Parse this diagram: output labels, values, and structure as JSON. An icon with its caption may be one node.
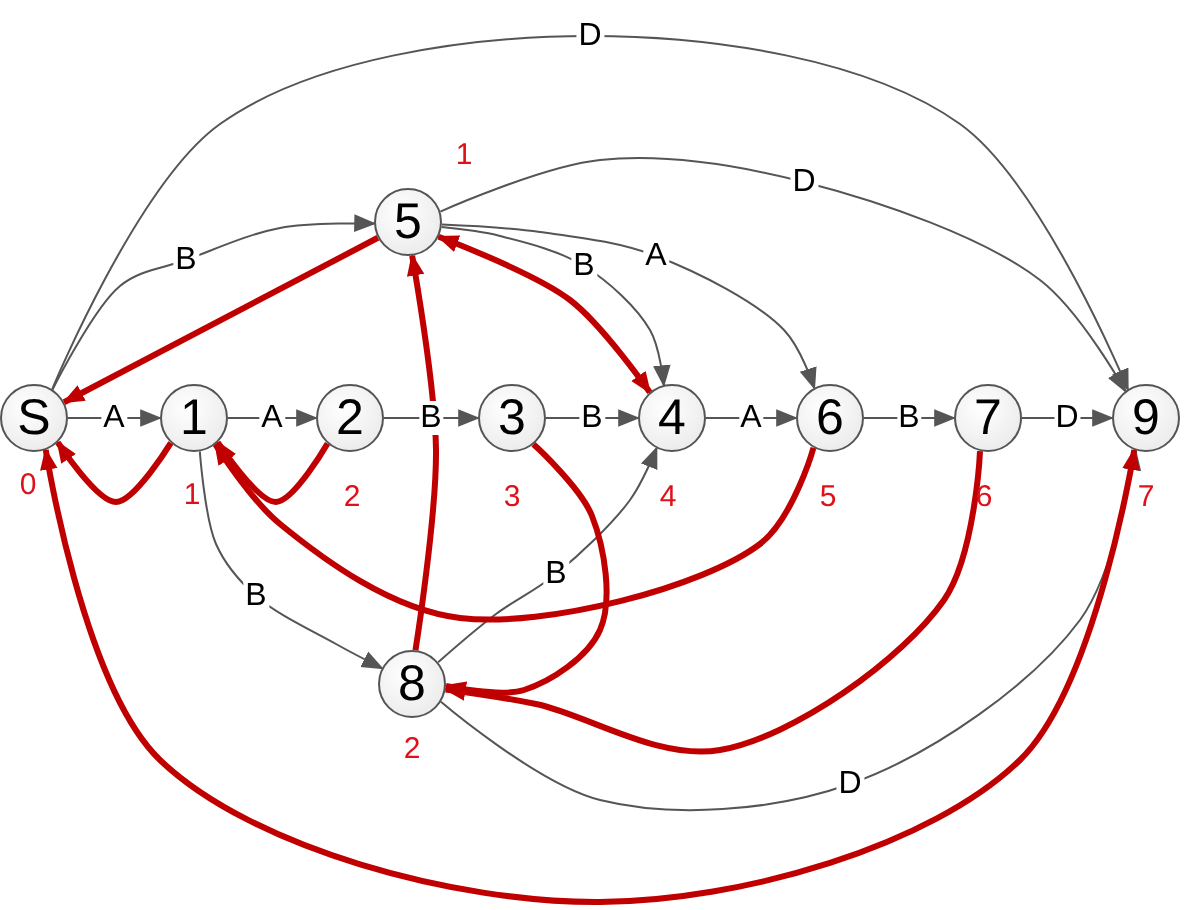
{
  "diagram": {
    "nodes": [
      {
        "text": [
          "5"
        ],
        "beside": [
          "1"
        ]
      },
      {
        "text": [
          "S"
        ],
        "beside": [
          "0"
        ]
      },
      {
        "text": [
          "1"
        ],
        "beside": [
          "1"
        ]
      },
      {
        "text": [
          "2"
        ],
        "beside": [
          "2"
        ]
      },
      {
        "text": [
          "3"
        ],
        "beside": [
          "3"
        ]
      },
      {
        "text": [
          "4"
        ],
        "beside": [
          "4"
        ]
      },
      {
        "text": [
          "6"
        ],
        "beside": [
          "5"
        ]
      },
      {
        "text": [
          "7"
        ],
        "beside": [
          "6"
        ]
      },
      {
        "text": [
          "9"
        ],
        "beside": [
          "7"
        ]
      },
      {
        "text": [
          "8"
        ],
        "beside": [
          "2"
        ]
      }
    ],
    "edges": [
      {
        "from": 1,
        "to": 2,
        "arrow": "to",
        "label": "A"
      },
      {
        "from": 2,
        "to": 3,
        "arrow": "to",
        "label": "A"
      },
      {
        "from": 3,
        "to": 4,
        "arrow": "to",
        "label": "B"
      },
      {
        "from": 4,
        "to": 5,
        "arrow": "to",
        "label": "B"
      },
      {
        "from": 5,
        "to": 6,
        "arrow": "to",
        "label": "A"
      },
      {
        "from": 6,
        "to": 7,
        "arrow": "to",
        "label": "B"
      },
      {
        "from": 7,
        "to": 8,
        "arrow": "to",
        "label": "D"
      },
      {
        "from": 1,
        "to": 0,
        "arrow": "to",
        "label": "B"
      },
      {
        "from": 1,
        "to": 8,
        "arrow": "to",
        "label": "D"
      },
      {
        "from": 0,
        "to": 8,
        "arrow": "to",
        "label": "D"
      },
      {
        "from": 0,
        "to": 5,
        "arrow": "to",
        "label": "B"
      },
      {
        "from": 0,
        "to": 6,
        "arrow": "to",
        "label": "A"
      },
      {
        "from": 2,
        "to": 9,
        "arrow": "to",
        "label": "B"
      },
      {
        "from": 9,
        "to": 5,
        "arrow": "to",
        "label": "B"
      },
      {
        "from": 9,
        "to": 8,
        "arrow": "to",
        "label": "D"
      },
      {
        "from": 5,
        "to": 0,
        "arrow": "both",
        "style": "thick",
        "color": "#c00000"
      },
      {
        "from": 0,
        "to": 1,
        "arrow": "to",
        "style": "thick",
        "color": "#c00000"
      },
      {
        "from": 9,
        "to": 0,
        "arrow": "to",
        "style": "thick",
        "color": "#c00000"
      },
      {
        "from": 2,
        "to": 1,
        "arrow": "to",
        "style": "thick",
        "color": "#c00000"
      },
      {
        "from": 3,
        "to": 2,
        "arrow": "to",
        "style": "thick",
        "color": "#c00000"
      },
      {
        "from": 4,
        "to": 9,
        "arrow": "to",
        "style": "thick",
        "color": "#c00000"
      },
      {
        "from": 6,
        "to": 2,
        "arrow": "to",
        "style": "thick",
        "color": "#c00000"
      },
      {
        "from": 7,
        "to": 9,
        "arrow": "to",
        "style": "thick",
        "color": "#c00000"
      },
      {
        "from": 8,
        "to": 1,
        "arrow": "both",
        "style": "thick",
        "color": "#c00000"
      }
    ]
  }
}
